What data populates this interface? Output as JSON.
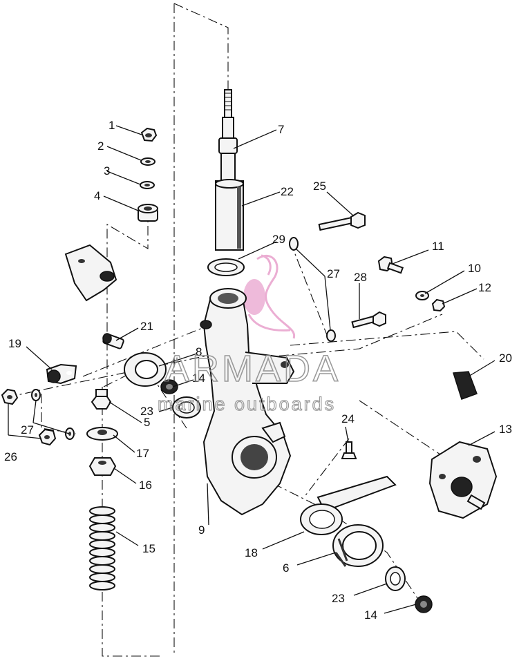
{
  "diagram": {
    "labels": {
      "p1": "1",
      "p2": "2",
      "p3": "3",
      "p4": "4",
      "p5": "5",
      "p6": "6",
      "p7": "7",
      "p8": "8",
      "p9": "9",
      "p10": "10",
      "p11": "11",
      "p12": "12",
      "p13": "13",
      "p14a": "14",
      "p14b": "14",
      "p15": "15",
      "p16": "16",
      "p17": "17",
      "p18": "18",
      "p19": "19",
      "p20": "20",
      "p21": "21",
      "p22": "22",
      "p23a": "23",
      "p23b": "23",
      "p24": "24",
      "p25": "25",
      "p26": "26",
      "p27a": "27",
      "p27b": "27",
      "p28": "28",
      "p29": "29"
    }
  },
  "watermark": {
    "brand": "ARMADA",
    "tagline": "marine outboards",
    "logo_color": "#e9a6cf"
  }
}
